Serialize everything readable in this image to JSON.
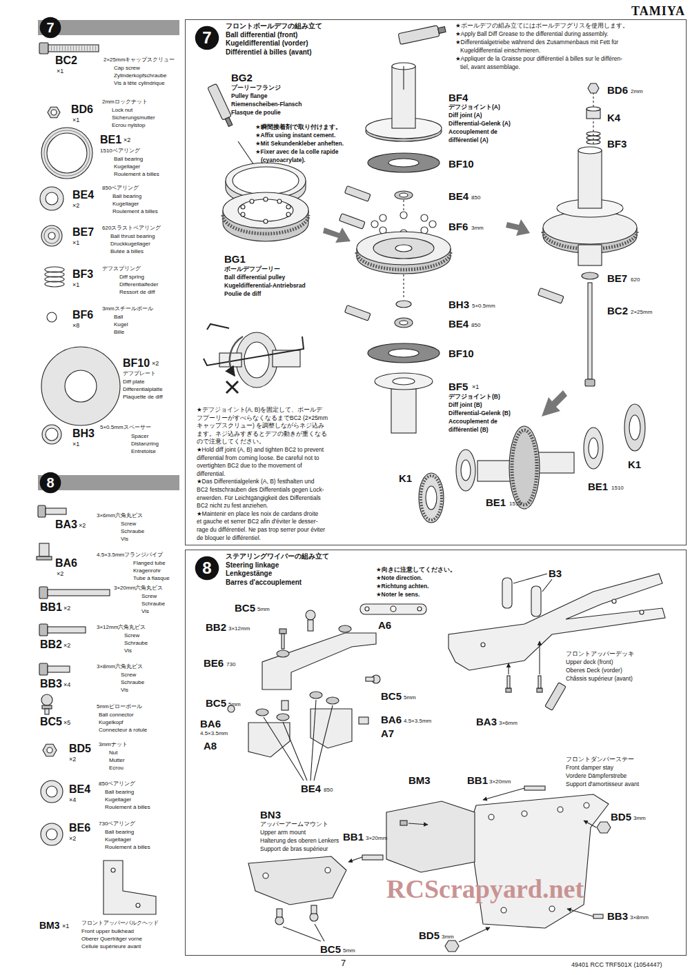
{
  "diagram": {
    "nodes": [
      {
        "text": [
          "7"
        ]
      },
      {
        "text": [
          "フロントボールデフの組み立て",
          "Ball differential (front)",
          "Kugeldifferential (vorder)",
          "Différentiel à billes (avant)"
        ]
      },
      {
        "text": [
          "7"
        ],
        "in": 1
      },
      {
        "text": [
          "8"
        ]
      },
      {
        "text": [
          "ステアリングワイパーの組み立て",
          "Steering linkage",
          "Lenkgestänge",
          "Barres d'accouplement"
        ]
      },
      {
        "text": [
          "8"
        ],
        "in": 4
      }
    ],
    "labels": [
      "TAMIYA",
      "BC2",
      "×1",
      "2×25mmキャップスクリュー",
      "Cap screw",
      "Zylinderkopfschraube",
      "Vis à tête cylindrique",
      "BD6",
      "×1",
      "2mmロックナット",
      "Lock nut",
      "Sicherungsmutter",
      "Ecrou nylstop",
      "BE1",
      "×2",
      "1510ベアリング",
      "Ball bearing",
      "Kugellager",
      "Roulement à billes",
      "BE4",
      "×2",
      "850ベアリング",
      "Ball bearing",
      "Kugellager",
      "Roulement à billes",
      "BE7",
      "×1",
      "620スラストベアリング",
      "Ball thrust bearing",
      "Druckkugellager",
      "Butée à billes",
      "BF3",
      "×1",
      "デフスプリング",
      "Diff spring",
      "Differentialfeder",
      "Ressort de diff",
      "BF6",
      "×8",
      "3mmスチールボール",
      "Ball",
      "Kugel",
      "Bille",
      "BF10",
      "×2",
      "デフプレート",
      "Diff plate",
      "Differentialplatte",
      "Plaquette de diff",
      "BH3",
      "×1",
      "5×0.5mmスペーサー",
      "Spacer",
      "Distanzring",
      "Entretoise",
      "BA3",
      "×2",
      "3×6mm六角丸ビス",
      "Screw",
      "Schraube",
      "Vis",
      "BA6",
      "×2",
      "4.5×3.5mmフランジパイプ",
      "Flanged tube",
      "Kragenrohr",
      "Tube à flasque",
      "BB1",
      "×2",
      "3×20mm六角丸ビス",
      "Screw",
      "Schraube",
      "Vis",
      "BB2",
      "×2",
      "3×12mm六角丸ビス",
      "Screw",
      "Schraube",
      "Vis",
      "BB3",
      "×4",
      "3×8mm六角丸ビス",
      "Screw",
      "Schraube",
      "Vis",
      "BC5",
      "×5",
      "5mmピローボール",
      "Ball connector",
      "Kugelkopf",
      "Connecteur à rotule",
      "BD5",
      "×2",
      "3mmナット",
      "Nut",
      "Mutter",
      "Ecrou",
      "BE4",
      "×4",
      "850ベアリング",
      "Ball bearing",
      "Kugellager",
      "Roulement à billes",
      "BE6",
      "×2",
      "730ベアリング",
      "Ball bearing",
      "Kugellager",
      "Roulement à billes",
      "BM3",
      "×1",
      "フロントアッパーバルクヘッド",
      "Front upper bulkhead",
      "Oberer Querträger vorne",
      "Cellule supérieure avant",
      "★ボールデフの組み立てにはボールデフグリスを使用します。",
      "★Apply Ball Diff Grease to the differential during assembly.",
      "★Differentialgetriebe während des Zusammenbaus mit Fett für",
      "Kugeldifferential einschmieren.",
      "★Appliquer de la Graisse pour différentiel à billes sur le différen-",
      "tiel, avant assemblage.",
      "BG2",
      "プーリーフランジ",
      "Pulley flange",
      "Riemenscheiben-Flansch",
      "Flasque de poulie",
      "★瞬間接着剤で取り付けます。",
      "★Affix using instant cement.",
      "★Mit Sekundenkleber anheften.",
      "★Fixer avec de la colle rapide",
      "(cyanoacrylate).",
      "BG1",
      "ボールデフプーリー",
      "Ball differential pulley",
      "Kugeldifferential-Antriebsrad",
      "Poulie de diff",
      "★デフジョイント(A, B)を固定して、ボールデ",
      "フプーリーがすべらなくなるまでBC2 (2×25mm",
      "キャップスクリュー) を調整しながらネジ込み",
      "ます。ネジ込みすぎるとデフの動きが重くなる",
      "ので注意してください。",
      "★Hold diff joint (A, B) and tighten BC2 to prevent",
      "differential from coming loose. Be careful not to",
      "overtighten BC2 due to the movement of",
      "differential.",
      "★Das Differentialgelenk (A, B) festhalten und",
      "BC2 festschrauben des Differentials gegen Lock-",
      "erwerden. Für Leichtgängigkeit des Differentials",
      "BC2 nicht zu fest anziehen.",
      "★Maintenir en place les noix de cardans droite",
      "et gauche et serrer BC2 afin d'éviter le desser-",
      "rage du différentiel. Ne pas trop serrer pour éviter",
      "de bloquer le différentiel.",
      "BF4",
      "デフジョイント(A)",
      "Diff joint (A)",
      "Differential-Gelenk (A)",
      "Accouplement de",
      "différentiel (A)",
      "BF10",
      "BE4",
      "850",
      "BF6",
      "3mm",
      "BH3",
      "5×0.5mm",
      "BE4",
      "850",
      "BF10",
      "BF5",
      "×1",
      "デフジョイント(B)",
      "Diff joint (B)",
      "Differential-Gelenk (B)",
      "Accouplement de",
      "différentiel (B)",
      "BD6",
      "2mm",
      "K4",
      "BF3",
      "BE7",
      "620",
      "BC2",
      "2×25mm",
      "K1",
      "BE1",
      "1510",
      "K1",
      "BE1",
      "1510",
      "★向きに注意してください。",
      "★Note direction.",
      "★Richtung achten.",
      "★Noter le sens.",
      "BC5",
      "5mm",
      "BB2",
      "3×12mm",
      "BE6",
      "730",
      "BC5",
      "5mm",
      "BA6",
      "4.5×3.5mm",
      "A8",
      "A6",
      "BC5",
      "5mm",
      "BA6",
      "4.5×3.5mm",
      "A7",
      "BE4",
      "850",
      "B3",
      "フロントアッパーデッキ",
      "Upper deck (front)",
      "Oberes Deck (vorder)",
      "Châssis supérieur (avant)",
      "BA3",
      "3×6mm",
      "フロントダンパーステー",
      "Front damper stay",
      "Vordere Dämpferstrebe",
      "Support d'amortisseur avant",
      "BM3",
      "BB1",
      "3×20mm",
      "BN3",
      "アッパーアームマウント",
      "Upper arm mount",
      "Halterung des oberen Lenkers",
      "Support de bras supérieur",
      "BB1",
      "3×20mm",
      "BD5",
      "3mm",
      "BB3",
      "3×8mm",
      "BD5",
      "3mm",
      "BC5",
      "5mm",
      "RCScrapyard.net",
      "7",
      "49401 RCC TRF501X (1054447)"
    ]
  }
}
